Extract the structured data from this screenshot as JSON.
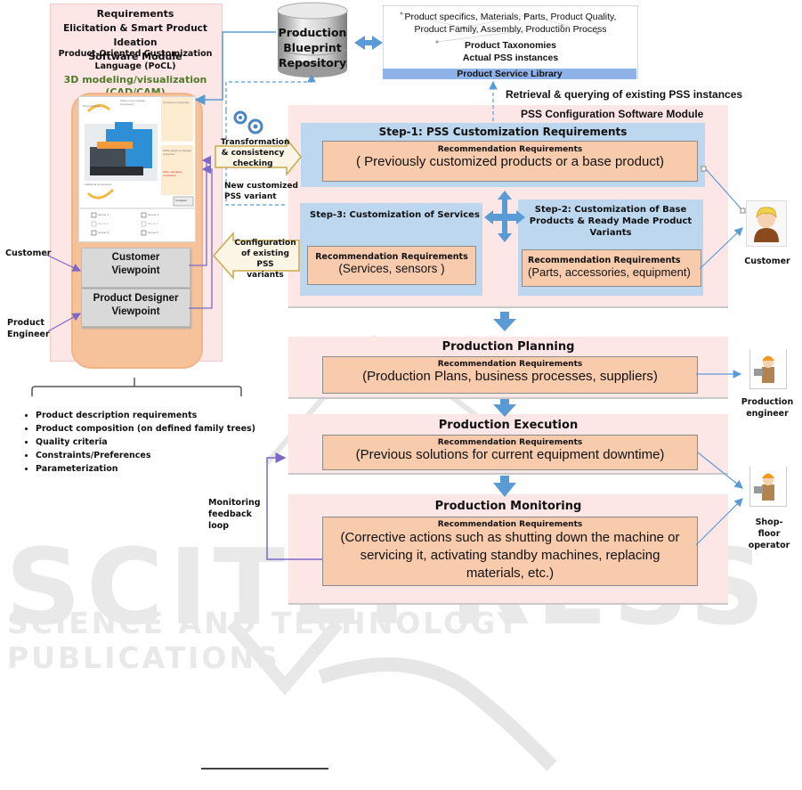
{
  "watermark": {
    "big": "SCITEPRESS",
    "line": "SCIENCE AND TECHNOLOGY PUBLICATIONS"
  },
  "left_module": {
    "title_lines": [
      "Requirements",
      "Elicitation  & Smart Product Ideation",
      "Software Module"
    ],
    "subtitle_lines": [
      "Product-Oriented Customization",
      "Language (PoCL)"
    ],
    "modeling_lines": [
      "3D modeling/visualization",
      "(CAD/CAM)"
    ],
    "customer_viewpoint_lines": [
      "Customer",
      "Viewpoint"
    ],
    "designer_viewpoint_lines": [
      "Product Designer",
      "Viewpoint"
    ],
    "customer_label": "Customer",
    "engineer_label_lines": [
      "Product",
      "Engineer"
    ],
    "cad_screen": {
      "callouts": [
        "Drag and drop",
        "Click on any modular component",
        "Additional components"
      ],
      "panels": [
        "Component properties",
        "While applying changed properties"
      ],
      "warning": "Write calculated constraints",
      "button": "Configure",
      "options": [
        "Sensor 1",
        "Sensor 4",
        "Sensor 2",
        "Sensor 5",
        "Sensor 3",
        "Sensor 6"
      ]
    }
  },
  "bullets": [
    "Product description requirements",
    "Product composition (on defined family trees)",
    "Quality criteria",
    "Constraints/Preferences",
    "Parameterization"
  ],
  "repository": {
    "lines": [
      "Production",
      "Blueprint",
      "Repository"
    ]
  },
  "library": {
    "line1": "Product specifics, Materials, Parts, Product Quality,",
    "line2": "Product Family, Assembly, Production Process",
    "line3": "Product Taxonomies",
    "line4": "Actual PSS instances",
    "bar": "Product Service Library"
  },
  "retrieval_label": "Retrieval & querying of existing PSS instances",
  "pss_module": {
    "title": "PSS Configuration Software Module",
    "step1": {
      "title": "Step-1: PSS Customization Requirements",
      "rec_title": "Recommendation Requirements",
      "rec_text": "( Previously customized products or a base product)"
    },
    "step2": {
      "title_lines": [
        "Step-2: Customization of Base",
        "Products & Ready Made Product",
        "Variants"
      ],
      "rec_title": "Recommendation Requirements",
      "rec_text": "(Parts, accessories, equipment)"
    },
    "step3": {
      "title": "Step-3: Customization of Services",
      "rec_title": "Recommendation Requirements",
      "rec_text": "(Services, sensors )"
    }
  },
  "arrows": {
    "transformation_lines": [
      "Transformation",
      "& consistency",
      "checking"
    ],
    "new_variant_lines": [
      "New customized",
      "PSS variant"
    ],
    "configuration_lines": [
      "Configuration",
      "of existing PSS"
    ],
    "configuration_tail": "variants"
  },
  "stages": [
    {
      "title": "Production Planning",
      "rec_title": "Recommendation Requirements",
      "rec_lines": [
        "(Production Plans, business processes, suppliers)"
      ]
    },
    {
      "title": "Production Execution",
      "rec_title": "Recommendation Requirements",
      "rec_lines": [
        "(Previous solutions for current equipment downtime)"
      ]
    },
    {
      "title": "Production Monitoring",
      "rec_title": "Recommendation Requirements",
      "rec_lines": [
        "(Corrective actions such as shutting down the machine or",
        "servicing it, activating standby machines, replacing",
        "materials, etc.)"
      ]
    }
  ],
  "feedback_loop_lines": [
    "Monitoring",
    "feedback",
    "loop"
  ],
  "actors": {
    "customer": "Customer",
    "production_engineer_lines": [
      "Production",
      "engineer"
    ],
    "shopfloor_operator_lines": [
      "Shop-",
      "floor",
      "operator"
    ]
  },
  "colors": {
    "panel_pink": "#fde6e6",
    "step_blue": "#bdd7ee",
    "rec_orange": "#f8cbad",
    "arrow_blue": "#5b9bd5",
    "feedback_purple": "#7b68c8",
    "modeling_green": "#4f7a2a"
  }
}
